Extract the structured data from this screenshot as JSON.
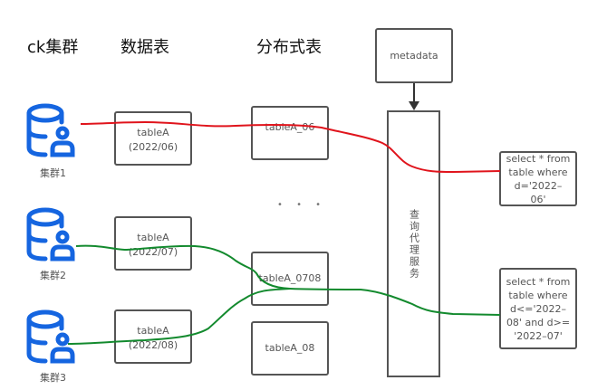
{
  "headers": {
    "clusters": "ck集群",
    "data_tables": "数据表",
    "distributed_tables": "分布式表"
  },
  "clusters": [
    {
      "label": "集群1",
      "icon": "database-user-icon"
    },
    {
      "label": "集群2",
      "icon": "database-user-icon"
    },
    {
      "label": "集群3",
      "icon": "database-user-icon"
    }
  ],
  "data_tables": [
    {
      "name": "tableA",
      "partition": "(2022/06)"
    },
    {
      "name": "tableA",
      "partition": "(2022/07)"
    },
    {
      "name": "tableA",
      "partition": "(2022/08)"
    }
  ],
  "distributed_tables": [
    {
      "name": "tableA_06"
    },
    {
      "name": "tableA_0708"
    },
    {
      "name": "tableA_08"
    }
  ],
  "ellipsis": "• • •",
  "metadata": {
    "label": "metadata"
  },
  "proxy": {
    "label": "查询代理服务"
  },
  "queries": [
    {
      "lines": [
        "select * from",
        "table where",
        "d='2022–",
        "06'"
      ]
    },
    {
      "lines": [
        "select * from",
        "table where",
        "d<='2022–",
        "08' and d>=",
        "'2022–07'"
      ]
    }
  ],
  "colors": {
    "icon_blue": "#1565e0",
    "route_red": "#e0141c",
    "route_green": "#138a2e",
    "box_border": "#555555"
  }
}
